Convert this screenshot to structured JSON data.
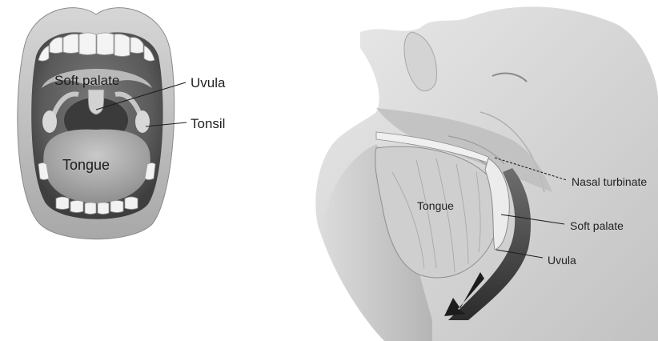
{
  "left_diagram": {
    "labels": {
      "soft_palate": "Soft palate",
      "uvula": "Uvula",
      "tonsil": "Tonsil",
      "tongue": "Tongue"
    }
  },
  "right_diagram": {
    "labels": {
      "tongue": "Tongue",
      "nasal_turbinate": "Nasal turbinate",
      "soft_palate": "Soft palate",
      "uvula": "Uvula"
    }
  }
}
